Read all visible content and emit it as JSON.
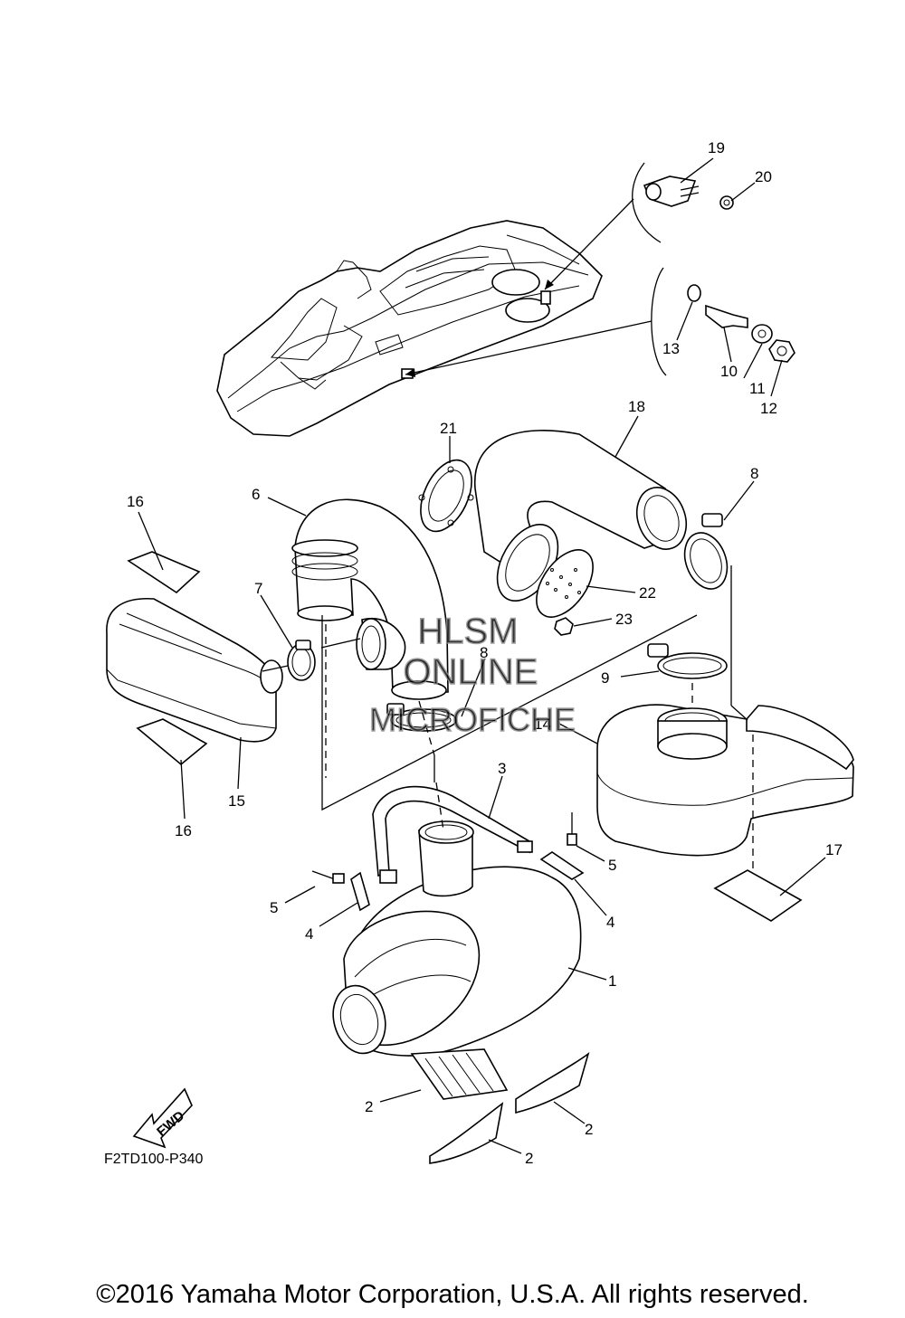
{
  "diagram": {
    "callouts": [
      {
        "id": "c19",
        "label": "19"
      },
      {
        "id": "c20",
        "label": "20"
      },
      {
        "id": "c13",
        "label": "13"
      },
      {
        "id": "c10",
        "label": "10"
      },
      {
        "id": "c11",
        "label": "11"
      },
      {
        "id": "c12",
        "label": "12"
      },
      {
        "id": "c18",
        "label": "18"
      },
      {
        "id": "c21",
        "label": "21"
      },
      {
        "id": "c8a",
        "label": "8"
      },
      {
        "id": "c16a",
        "label": "16"
      },
      {
        "id": "c6",
        "label": "6"
      },
      {
        "id": "c7",
        "label": "7"
      },
      {
        "id": "c22",
        "label": "22"
      },
      {
        "id": "c23",
        "label": "23"
      },
      {
        "id": "c8b",
        "label": "8"
      },
      {
        "id": "c9",
        "label": "9"
      },
      {
        "id": "c14",
        "label": "14"
      },
      {
        "id": "c15",
        "label": "15"
      },
      {
        "id": "c16b",
        "label": "16"
      },
      {
        "id": "c3",
        "label": "3"
      },
      {
        "id": "c17",
        "label": "17"
      },
      {
        "id": "c5a",
        "label": "5"
      },
      {
        "id": "c5b",
        "label": "5"
      },
      {
        "id": "c4a",
        "label": "4"
      },
      {
        "id": "c4b",
        "label": "4"
      },
      {
        "id": "c1",
        "label": "1"
      },
      {
        "id": "c2a",
        "label": "2"
      },
      {
        "id": "c2b",
        "label": "2"
      },
      {
        "id": "c2c",
        "label": "2"
      }
    ],
    "fwd_label": "FWD",
    "ref_code": "F2TD100-P340"
  },
  "watermark": {
    "line1": "HLSM",
    "line2": "ONLINE",
    "line3": "MICROFICHE"
  },
  "footer": {
    "copyright": "©2016 Yamaha Motor Corporation, U.S.A. All rights reserved."
  }
}
